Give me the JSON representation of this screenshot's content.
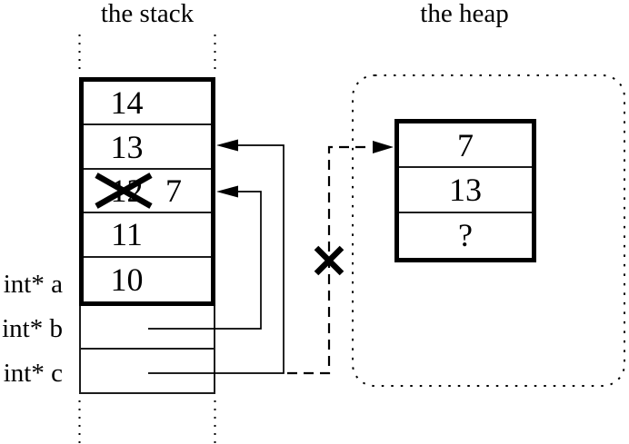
{
  "colors": {
    "ink": "#000000",
    "background": "#ffffff"
  },
  "titles": {
    "stack": "the stack",
    "heap": "the heap"
  },
  "stack": {
    "cells": [
      {
        "value": "14"
      },
      {
        "value": "13"
      },
      {
        "value": "12",
        "crossed_out": true,
        "new_value": "7"
      },
      {
        "value": "11"
      },
      {
        "value": "10"
      }
    ],
    "pointer_labels": [
      {
        "label": "int* a"
      },
      {
        "label": "int* b"
      },
      {
        "label": "int* c"
      }
    ]
  },
  "heap": {
    "cells": [
      {
        "value": "7"
      },
      {
        "value": "13"
      },
      {
        "value": "?"
      }
    ]
  }
}
